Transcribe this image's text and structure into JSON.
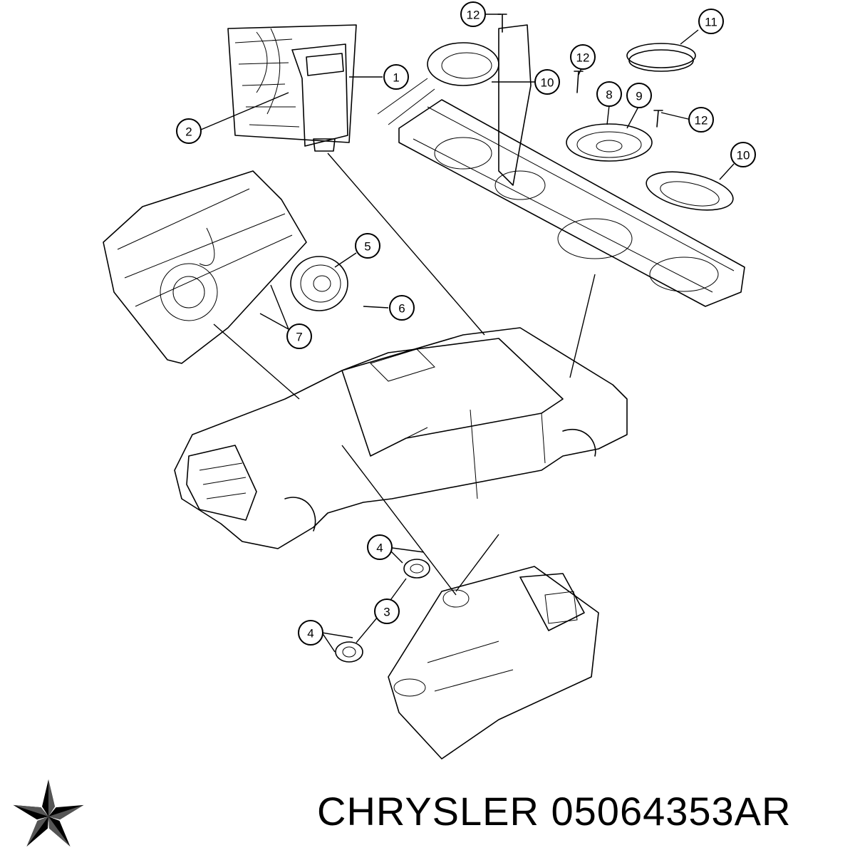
{
  "brand": {
    "logo_icon": "chrysler-pentastar-logo",
    "text": "CHRYSLER 05064353AR"
  },
  "callouts": [
    "1",
    "2",
    "3",
    "4",
    "4",
    "5",
    "6",
    "7",
    "8",
    "9",
    "10",
    "10",
    "11",
    "12",
    "12",
    "12"
  ]
}
